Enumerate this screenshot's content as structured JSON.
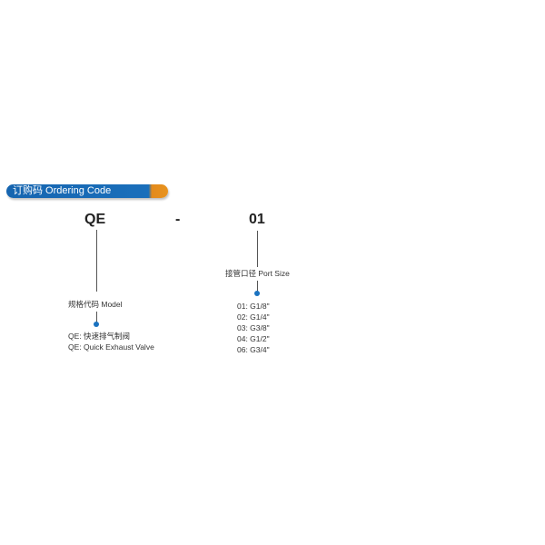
{
  "header": {
    "title": "订购码 Ordering Code"
  },
  "code": {
    "model": "QE",
    "separator": "-",
    "port": "01"
  },
  "model": {
    "label": "规格代码 Model",
    "options": [
      "QE: 快速排气制阀",
      "QE: Quick Exhaust Valve"
    ]
  },
  "port_size": {
    "label": "接管口径 Port Size",
    "options": [
      "01: G1/8\"",
      "02: G1/4\"",
      "03: G3/8\"",
      "04: G1/2\"",
      "06: G3/4\""
    ]
  },
  "colors": {
    "accent": "#1a6fbb",
    "orange": "#e8931f"
  }
}
